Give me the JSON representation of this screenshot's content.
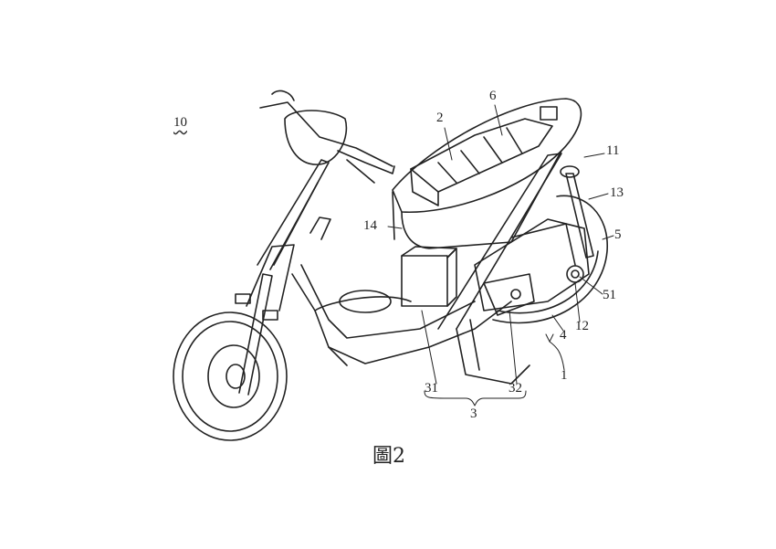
{
  "figure": {
    "caption": "圖2",
    "reference_numerals": {
      "vehicle": "10",
      "battery": "2",
      "seat_box": "6",
      "frame_rear": "11",
      "shock": "13",
      "rear_wheel": "5",
      "housing": "14",
      "axle": "51",
      "swing_arm": "12",
      "motor": "4",
      "assembly": "1",
      "part_31": "31",
      "part_32": "32",
      "group_3": "3"
    }
  }
}
